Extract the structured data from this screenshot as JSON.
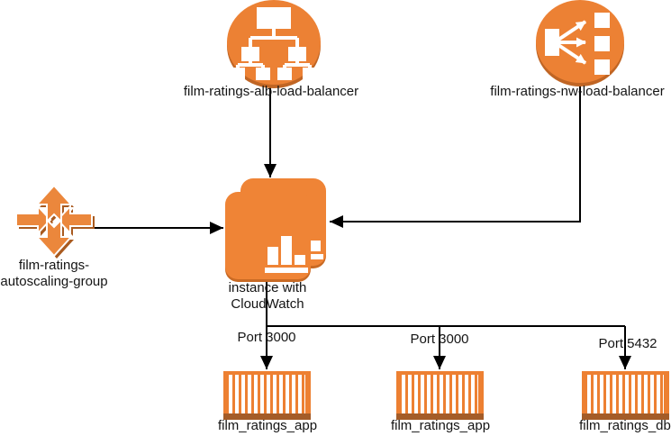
{
  "diagram": {
    "nodes": {
      "alb_load_balancer": {
        "label": "film-ratings-alb-load-balancer",
        "icon": "classic-load-balancer-icon"
      },
      "nw_load_balancer": {
        "label": "film-ratings-nw-load-balancer",
        "icon": "network-load-balancer-icon"
      },
      "autoscaling_group": {
        "label": [
          "film-ratings-",
          "autoscaling-group"
        ],
        "icon": "autoscaling-arrows-icon"
      },
      "instance": {
        "label": [
          "instance with",
          "CloudWatch"
        ],
        "icon": "instance-cloudwatch-icon"
      },
      "containers": [
        {
          "label": "film_ratings_app",
          "icon": "container-icon"
        },
        {
          "label": "film_ratings_app",
          "icon": "container-icon"
        },
        {
          "label": "film_ratings_db",
          "icon": "container-icon"
        }
      ]
    },
    "port_labels": [
      "Port 3000",
      "Port 3000",
      "Port 5432"
    ],
    "colors": {
      "node_orange": "#EC8134",
      "node_orange_rim": "#C06524",
      "autoscale_orange": "#EB873C",
      "autoscale_shadow": "#A95A1F",
      "container_orange": "#ED8032",
      "container_band": "#A45C28",
      "connector_black": "#000000",
      "glyph_white": "#FFFFFF",
      "background": "#FFFFFF",
      "text": "#141414"
    }
  }
}
